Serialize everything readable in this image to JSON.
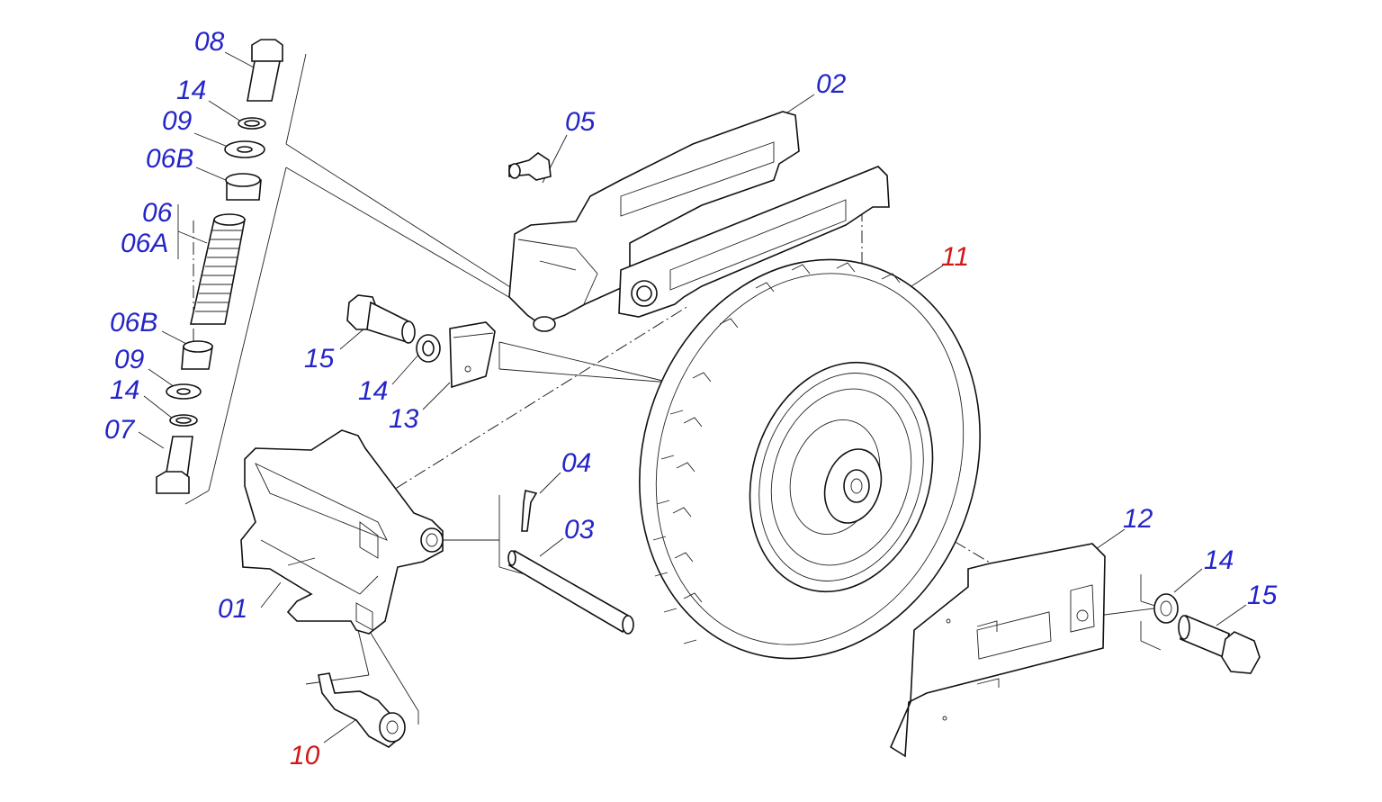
{
  "colors": {
    "standard_label": "#2525c8",
    "highlight_label": "#d01818",
    "line": "#111111",
    "background": "#ffffff"
  },
  "callouts": [
    {
      "id": "08",
      "text": "08",
      "color": "blue"
    },
    {
      "id": "14a",
      "text": "14",
      "color": "blue"
    },
    {
      "id": "09a",
      "text": "09",
      "color": "blue"
    },
    {
      "id": "06Ba",
      "text": "06B",
      "color": "blue"
    },
    {
      "id": "06",
      "text": "06",
      "color": "blue"
    },
    {
      "id": "06A",
      "text": "06A",
      "color": "blue"
    },
    {
      "id": "06Bb",
      "text": "06B",
      "color": "blue"
    },
    {
      "id": "09b",
      "text": "09",
      "color": "blue"
    },
    {
      "id": "14b",
      "text": "14",
      "color": "blue"
    },
    {
      "id": "07",
      "text": "07",
      "color": "blue"
    },
    {
      "id": "05",
      "text": "05",
      "color": "blue"
    },
    {
      "id": "02",
      "text": "02",
      "color": "blue"
    },
    {
      "id": "11",
      "text": "11",
      "color": "red"
    },
    {
      "id": "15a",
      "text": "15",
      "color": "blue"
    },
    {
      "id": "14c",
      "text": "14",
      "color": "blue"
    },
    {
      "id": "13",
      "text": "13",
      "color": "blue"
    },
    {
      "id": "04",
      "text": "04",
      "color": "blue"
    },
    {
      "id": "03",
      "text": "03",
      "color": "blue"
    },
    {
      "id": "01",
      "text": "01",
      "color": "blue"
    },
    {
      "id": "10",
      "text": "10",
      "color": "red"
    },
    {
      "id": "12",
      "text": "12",
      "color": "blue"
    },
    {
      "id": "14d",
      "text": "14",
      "color": "blue"
    },
    {
      "id": "15b",
      "text": "15",
      "color": "blue"
    }
  ]
}
